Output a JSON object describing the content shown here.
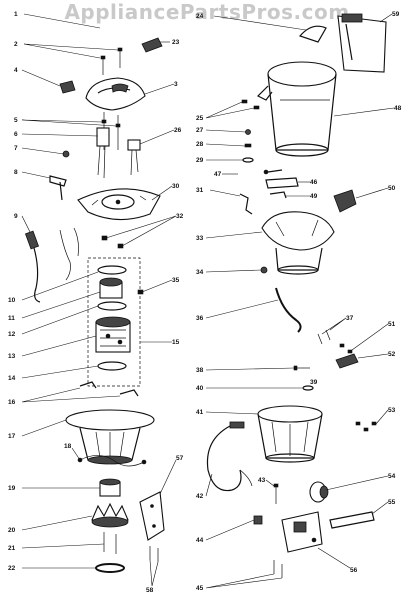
{
  "watermark": "AppliancePartsPros.com",
  "callouts": [
    "1",
    "2",
    "3",
    "4",
    "5",
    "6",
    "7",
    "8",
    "9",
    "10",
    "11",
    "12",
    "13",
    "14",
    "15",
    "16",
    "17",
    "18",
    "19",
    "20",
    "21",
    "22",
    "23",
    "24",
    "25",
    "26",
    "27",
    "28",
    "29",
    "30",
    "31",
    "32",
    "33",
    "34",
    "35",
    "36",
    "37",
    "38",
    "39",
    "40",
    "41",
    "42",
    "43",
    "44",
    "45",
    "46",
    "47",
    "48",
    "49",
    "50",
    "51",
    "52",
    "53",
    "54",
    "55",
    "56",
    "57",
    "58",
    "59"
  ]
}
